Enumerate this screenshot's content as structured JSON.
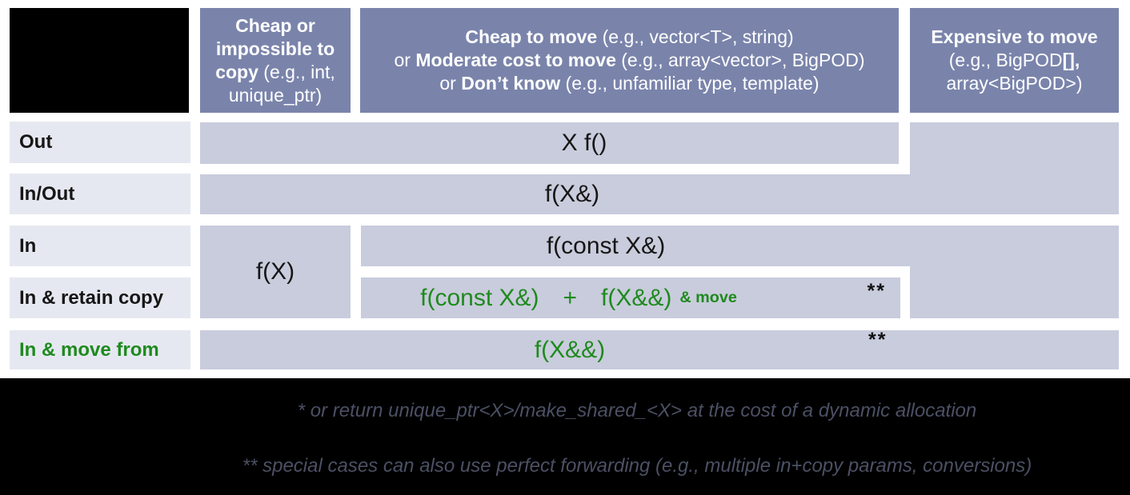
{
  "colors": {
    "header_bg": "#7a84ab",
    "header_text": "#ffffff",
    "cell_bg": "#c9ccdc",
    "label_bg": "#e6e8f1",
    "green": "#1e8a1e",
    "footer_bg": "#000000",
    "footnote_text": "#4b5064"
  },
  "header": {
    "col1": {
      "segments": [
        {
          "t": "Cheap or",
          "b": true
        },
        {
          "t": "impossible to",
          "b": true,
          "br": true
        },
        {
          "t": "copy",
          "b": true,
          "br": true
        },
        {
          "t": " (e.g., int,"
        },
        {
          "t": "unique_ptr)",
          "br": true
        }
      ]
    },
    "col2": {
      "segments": [
        {
          "t": "Cheap to move",
          "b": true
        },
        {
          "t": " (e.g., vector<T>, string)"
        },
        {
          "t": "or ",
          "br": true
        },
        {
          "t": "Moderate cost to move",
          "b": true
        },
        {
          "t": " (e.g., array<vector>, BigPOD)"
        },
        {
          "t": "or ",
          "br": true
        },
        {
          "t": "Don’t know",
          "b": true
        },
        {
          "t": " (e.g., unfamiliar type, template)"
        }
      ]
    },
    "col3": {
      "segments": [
        {
          "t": "Expensive to move",
          "b": true
        },
        {
          "t": "(e.g., BigPOD",
          "br": true
        },
        {
          "t": "[],",
          "b": true
        },
        {
          "t": "array<BigPOD>)",
          "br": true
        }
      ]
    }
  },
  "rows": {
    "out": "Out",
    "inout": "In/Out",
    "in": "In",
    "retain": "In & retain copy",
    "movefrom": "In & move from"
  },
  "cells": {
    "out_value": "X f()",
    "inout_value": "f(X&)",
    "in_copy_value": "f(X)",
    "in_value": "f(const X&)",
    "retain_value": {
      "segments": [
        {
          "t": "f(const X&)"
        },
        {
          "t": "+",
          "ml": 30
        },
        {
          "t": "f(X&&)",
          "ml": 30
        },
        {
          "t": "& move",
          "small": true,
          "b": true,
          "ml": 10
        }
      ]
    },
    "retain_note": "**",
    "movefrom_value": "f(X&&)",
    "movefrom_note": "**"
  },
  "footnotes": {
    "line1": "* or return unique_ptr<X>/make_shared_<X> at the cost of a dynamic allocation",
    "line2": "** special cases can also use perfect forwarding (e.g., multiple in+copy params, conversions)"
  }
}
